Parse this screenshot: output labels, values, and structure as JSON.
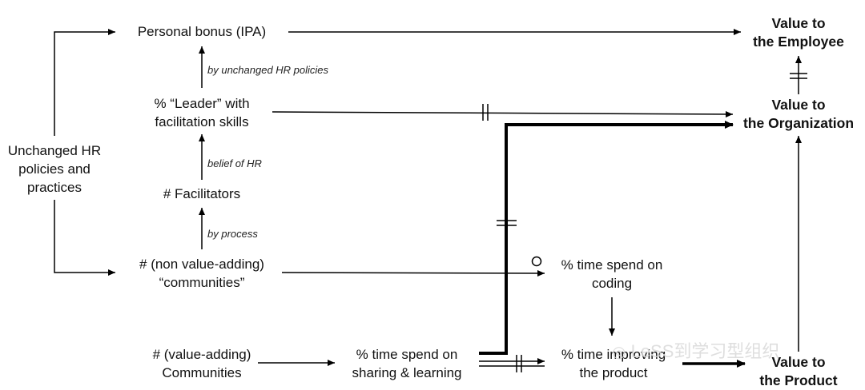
{
  "nodes": {
    "personal_bonus": [
      "Personal bonus (IPA)"
    ],
    "leader_skills": [
      "% “Leader” with",
      "facilitation skills"
    ],
    "facilitators": [
      "# Facilitators"
    ],
    "nonvalue_communities": [
      "# (non value-adding)",
      "“communities”"
    ],
    "value_communities": [
      "#  (value-adding)",
      "Communities"
    ],
    "hr_policies": [
      "Unchanged HR",
      "policies and",
      "practices"
    ],
    "time_sharing": [
      "% time spend on",
      "sharing & learning"
    ],
    "time_coding": [
      "% time spend on",
      "coding"
    ],
    "time_improving": [
      "% time improving",
      "the product"
    ],
    "value_employee": [
      "Value to",
      "the Employee"
    ],
    "value_organization": [
      "Value to",
      "the Organization"
    ],
    "value_product": [
      "Value to",
      "the Product"
    ]
  },
  "edge_labels": {
    "unchanged_hr": "by unchanged HR policies",
    "belief_hr": "belief of HR",
    "by_process": "by process"
  },
  "watermark": "LeSS到学习型组织"
}
